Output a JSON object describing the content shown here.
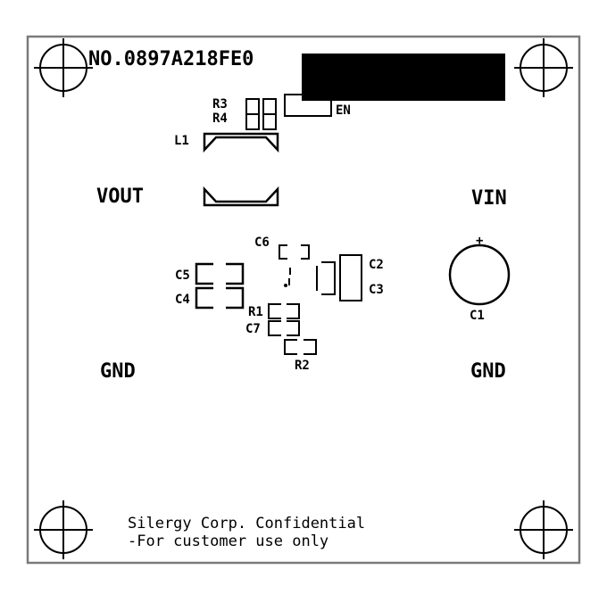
{
  "board": {
    "part_number": "NO.0897A218FE0",
    "net_labels": {
      "vout": "VOUT",
      "vin": "VIN",
      "gnd_left": "GND",
      "gnd_right": "GND",
      "en": "EN"
    },
    "components": {
      "r1": "R1",
      "r2": "R2",
      "r3": "R3",
      "r4": "R4",
      "l1": "L1",
      "c1": "C1",
      "c2": "C2",
      "c3": "C3",
      "c4": "C4",
      "c5": "C5",
      "c6": "C6",
      "c7": "C7",
      "c1_polarity": "+"
    },
    "footer": {
      "line1": "Silergy Corp. Confidential",
      "line2": "-For customer use only"
    }
  }
}
